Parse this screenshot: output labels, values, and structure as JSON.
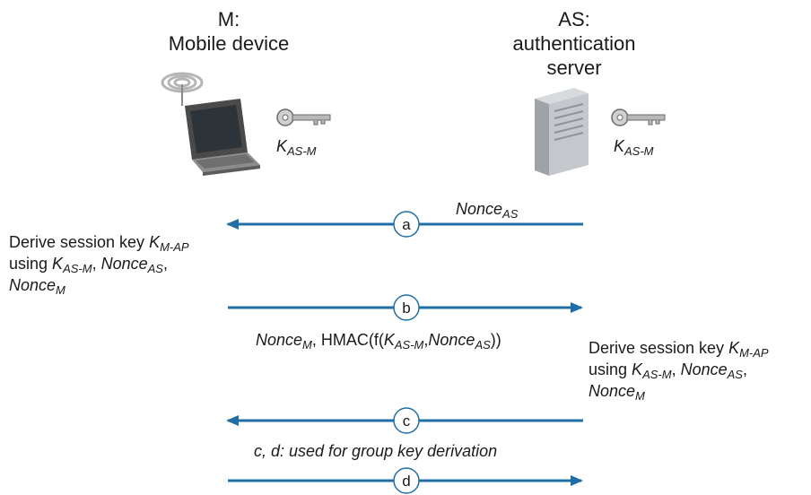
{
  "participants": {
    "mobile": {
      "line1": "M:",
      "line2": "Mobile device"
    },
    "server": {
      "line1": "AS:",
      "line2": "authentication",
      "line3": "server"
    }
  },
  "keys": {
    "mobile_key": {
      "base": "K",
      "sub": "AS-M"
    },
    "server_key": {
      "base": "K",
      "sub": "AS-M"
    }
  },
  "messages": {
    "a": {
      "circle": "a",
      "direction": "to-mobile",
      "label_base": "Nonce",
      "label_sub": "AS"
    },
    "b": {
      "circle": "b",
      "direction": "to-server",
      "p1": "Nonce",
      "p1_sub": "M",
      "p2": ", HMAC(f(",
      "p3": "K",
      "p3_sub": "AS-M",
      "p4": ",",
      "p5": "Nonce",
      "p5_sub": "AS",
      "p6": "))"
    },
    "c": {
      "circle": "c",
      "direction": "to-mobile"
    },
    "d": {
      "circle": "d",
      "direction": "to-server"
    }
  },
  "mobile_derive": {
    "l1": "Derive session key ",
    "l1_key": "K",
    "l1_sub": "M-AP",
    "l2": "using ",
    "l2_k": "K",
    "l2_ksub": "AS-M",
    "l2_sep": ", ",
    "l2_n": "Nonce",
    "l2_nsub": "AS",
    "l2_end": ",",
    "l3_n": "Nonce",
    "l3_nsub": "M"
  },
  "server_derive": {
    "l1": "Derive session key ",
    "l1_key": "K",
    "l1_sub": "M-AP",
    "l2": "using ",
    "l2_k": "K",
    "l2_ksub": "AS-M",
    "l2_sep": ", ",
    "l2_n": "Nonce",
    "l2_nsub": "AS",
    "l2_end": ",",
    "l3_n": "Nonce",
    "l3_nsub": "M"
  },
  "cd_note": "c, d: used for group key derivation",
  "colors": {
    "arrow": "#1f6fa6",
    "circle_fill": "#ffffff",
    "key": "#8a8a8a",
    "laptop": "#5a5a5a",
    "server": "#9aa0a6"
  }
}
